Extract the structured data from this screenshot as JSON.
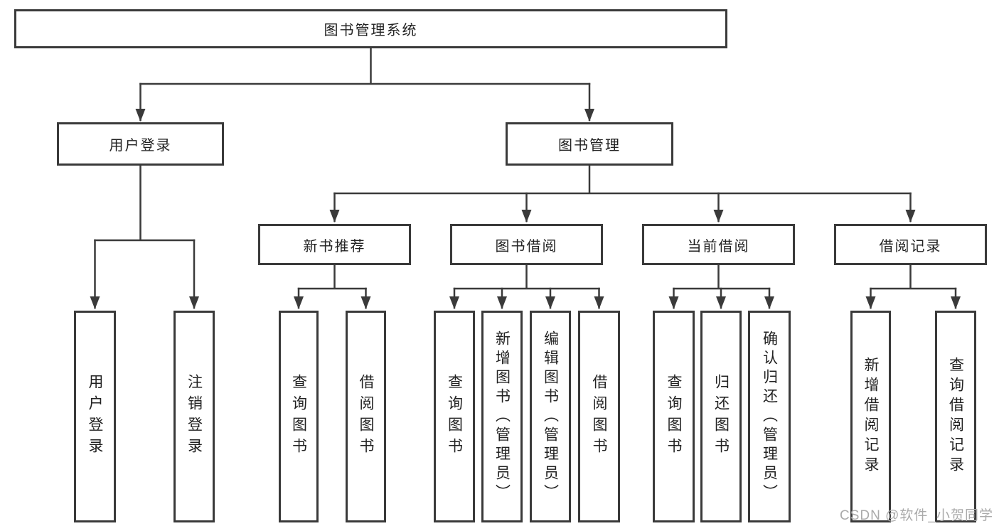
{
  "tree": {
    "label": "图书管理系统",
    "children": [
      {
        "label": "用户登录",
        "children": [
          {
            "label": "用户登录"
          },
          {
            "label": "注销登录"
          }
        ]
      },
      {
        "label": "图书管理",
        "children": [
          {
            "label": "新书推荐",
            "children": [
              {
                "label": "查询图书"
              },
              {
                "label": "借阅图书"
              }
            ]
          },
          {
            "label": "图书借阅",
            "children": [
              {
                "label": "查询图书"
              },
              {
                "label": "新增图书（管理员）"
              },
              {
                "label": "编辑图书（管理员）"
              },
              {
                "label": "借阅图书"
              }
            ]
          },
          {
            "label": "当前借阅",
            "children": [
              {
                "label": "查询图书"
              },
              {
                "label": "归还图书"
              },
              {
                "label": "确认归还（管理员）"
              }
            ]
          },
          {
            "label": "借阅记录",
            "children": [
              {
                "label": "新增借阅记录"
              },
              {
                "label": "查询借阅记录"
              }
            ]
          }
        ]
      }
    ]
  },
  "watermark": {
    "text": "CSDN @软件_小贺同学"
  },
  "colors": {
    "line": "#3a3a3a",
    "box_border": "#3a3a3a",
    "box_background": "#ffffff",
    "text": "#222222",
    "watermark": "#aaaaaa",
    "background": "#ffffff"
  }
}
